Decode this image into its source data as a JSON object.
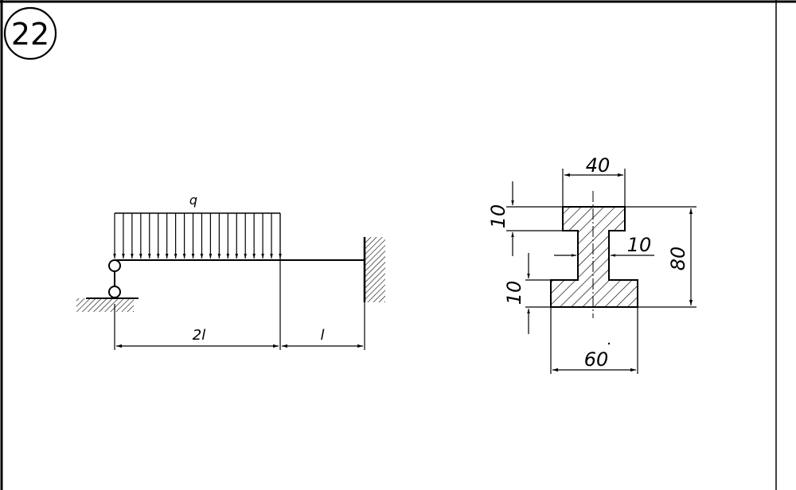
{
  "problem_number": "22",
  "beam": {
    "load_label": "q",
    "span_left_label": "2l",
    "span_right_label": "l"
  },
  "section": {
    "top_flange_width": "40",
    "bottom_flange_width": "60",
    "total_height": "80",
    "web_thickness": "10",
    "top_flange_thickness": "10",
    "bottom_flange_thickness": "10"
  }
}
